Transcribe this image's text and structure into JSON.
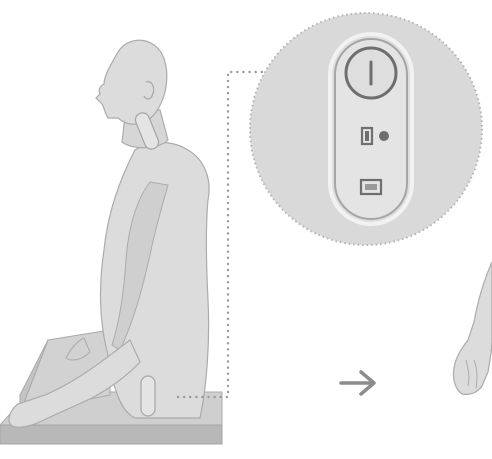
{
  "illustration": {
    "subject": "seated-person-with-device",
    "callout_device": {
      "controls": [
        "power-button",
        "battery-indicator",
        "connector-port"
      ]
    },
    "transition": {
      "icon": "arrow-right-icon"
    }
  },
  "colors": {
    "background": "#ffffff",
    "figure_fill": "#dcdcdc",
    "figure_stroke": "#ababab",
    "callout_fill": "#d9d9d9",
    "dot_line": "#9a9a9a",
    "device_fill": "#e4e4e4",
    "device_stroke": "#a5a5a5",
    "icon_color": "#6e6e6e",
    "arrow_color": "#8c8c8c",
    "platform_fill": "#d7d7d7",
    "platform_dark": "#a9a9a9"
  }
}
